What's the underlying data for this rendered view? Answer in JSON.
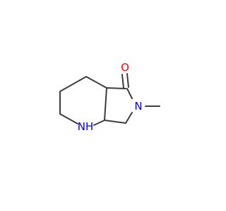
{
  "molecule": {
    "atoms": [
      {
        "id": "O1",
        "label": "O",
        "color": "#ff0000"
      },
      {
        "id": "N1",
        "label": "N",
        "color": "#0000ff"
      },
      {
        "id": "N2",
        "label": "NH",
        "color": "#0000ff"
      }
    ],
    "bond_color": "#3d3d3d",
    "background": "#ffffff"
  }
}
